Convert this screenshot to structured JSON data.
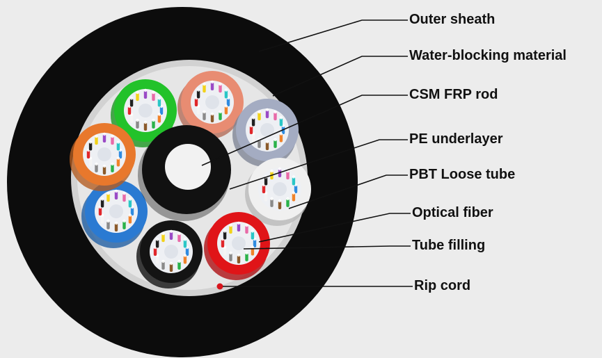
{
  "diagram": {
    "colors": {
      "background": "#ececec",
      "outer_sheath": "#0c0c0c",
      "water_blocking": "#d2d2d2",
      "tube_filling": "#eef0f4",
      "core": "#111111",
      "frp_rod": "#f2f2f2",
      "rip_cord": "#d8141c",
      "leader": "#111111"
    },
    "labels": {
      "outer_sheath": "Outer sheath",
      "water_blocking": "Water-blocking material",
      "csm_frp_rod": "CSM FRP rod",
      "pe_underlayer": "PE underlayer",
      "pbt_loose_tube": "PBT Loose tube",
      "optical_fiber": "Optical fiber",
      "tube_filling": "Tube filling",
      "rip_cord": "Rip cord"
    },
    "tubes": [
      {
        "name": "tube-green",
        "color": "#22c22a"
      },
      {
        "name": "tube-salmon",
        "color": "#e88c72"
      },
      {
        "name": "tube-slate",
        "color": "#a4acc2"
      },
      {
        "name": "tube-white",
        "color": "#f0f0f0"
      },
      {
        "name": "tube-red",
        "color": "#e01418"
      },
      {
        "name": "tube-black",
        "color": "#141414"
      },
      {
        "name": "tube-blue",
        "color": "#2a7ad2"
      },
      {
        "name": "tube-orange",
        "color": "#e8782c"
      }
    ],
    "fiber_colors": [
      "#2f8be0",
      "#f0822a",
      "#2ab24a",
      "#8b5a2b",
      "#8a8a8a",
      "#f4f4f4",
      "#e0262a",
      "#202020",
      "#f2d21a",
      "#9a4ac6",
      "#e86aa8",
      "#2ac6c6"
    ]
  }
}
